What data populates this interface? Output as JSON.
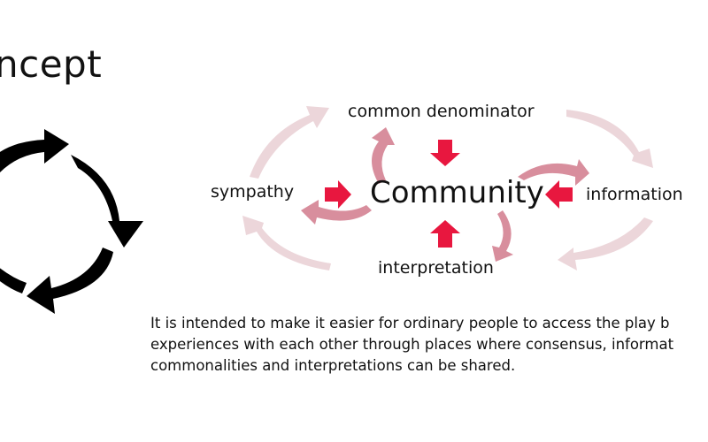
{
  "slide": {
    "title": "ncept",
    "cycle_icon": "cycle-arrows-icon",
    "diagram": {
      "center": "Community",
      "nodes": {
        "top": "common denominator",
        "left": "sympathy",
        "right": "information",
        "bottom": "interpretation"
      },
      "colors": {
        "inward_arrow": "#e8173f",
        "inner_curved_arrow": "#d88e9d",
        "outer_curved_arrow": "#ecd6da",
        "cycle_arrow": "#000000"
      }
    },
    "description": {
      "lines": [
        "It is intended to make it easier for ordinary people to access the play b",
        "experiences with each other through places where consensus, informat",
        "commonalities and interpretations can be shared."
      ]
    }
  }
}
